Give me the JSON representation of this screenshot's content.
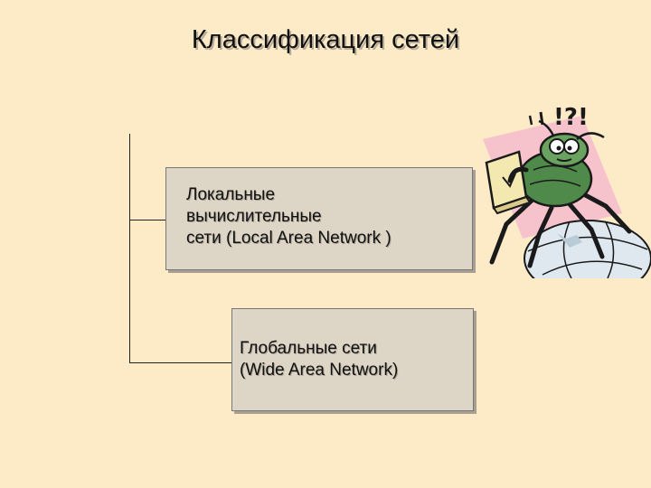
{
  "slide": {
    "title": "Классификация сетей"
  },
  "nodes": [
    {
      "id": "lan",
      "text": "Локальные\nвычислительные\nсети (Local Area Network )"
    },
    {
      "id": "wan",
      "text": "Глобальные сети\n(Wide Area Network)"
    }
  ],
  "clipart": {
    "icon": "confused-bug-with-book-on-globe-icon",
    "question_marks": "!?!"
  },
  "colors": {
    "background": "#fdebc8",
    "box_fill": "#ddd5c6",
    "clipart_pink": "#f6c2cc",
    "globe": "#dfe8ee",
    "bug_green": "#4f8a4a"
  }
}
